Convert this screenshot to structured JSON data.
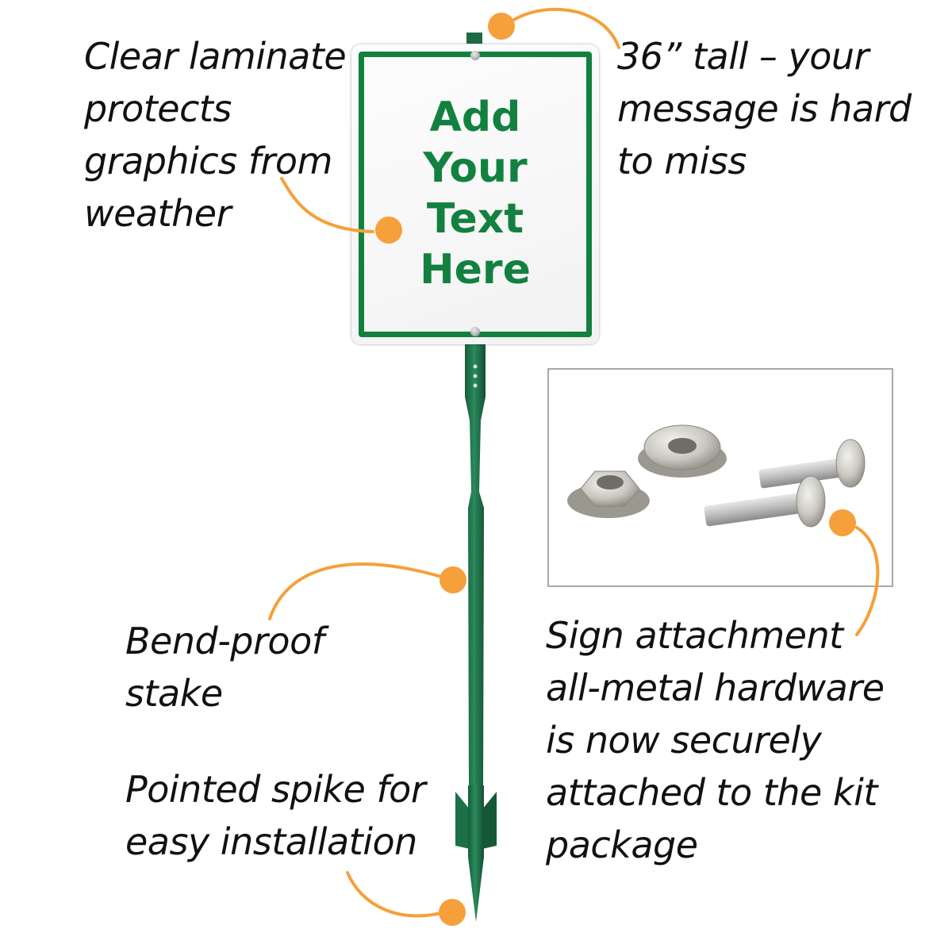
{
  "sign": {
    "lines": [
      "Add",
      "Your",
      "Text",
      "Here"
    ]
  },
  "callouts": {
    "laminate": [
      "Clear laminate",
      "protects",
      "graphics from",
      "weather"
    ],
    "tall": [
      "36” tall – your",
      "message is hard",
      "to miss"
    ],
    "stake": [
      "Bend-proof",
      "stake"
    ],
    "spike": [
      "Pointed spike for",
      "easy installation"
    ],
    "hardware": [
      "Sign attachment",
      "all-metal hardware",
      "is now securely",
      "attached to the kit",
      "package"
    ]
  },
  "colors": {
    "sign_green": "#12813f",
    "stake_green": "#1b6b45",
    "callout_orange": "#f5a03a"
  }
}
